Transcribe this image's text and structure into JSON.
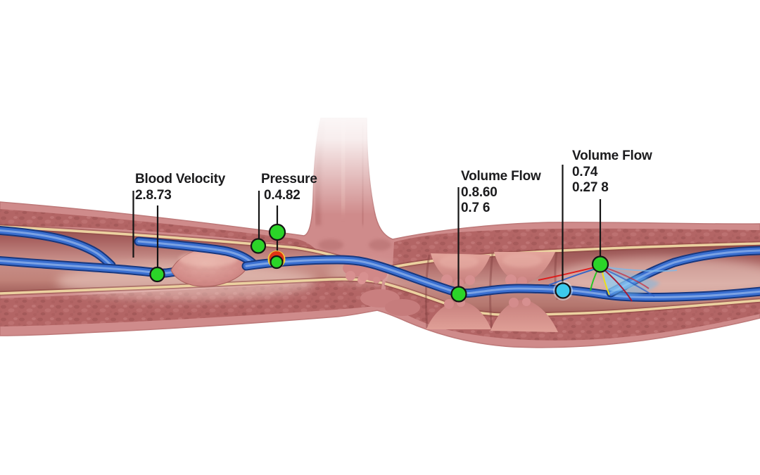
{
  "figure": {
    "background": "#ffffff",
    "annotations": [
      {
        "id": "blood-velocity",
        "title": "Blood Velocity",
        "values": [
          "2.8.73"
        ]
      },
      {
        "id": "pressure",
        "title": "Pressure",
        "values": [
          "0.4.82"
        ]
      },
      {
        "id": "volume-flow-left",
        "title": "Volume Flow",
        "values": [
          "0.8.60",
          "0.7 6"
        ]
      },
      {
        "id": "volume-flow-right",
        "title": "Volume Flow",
        "values": [
          "0.74",
          "0.27 8"
        ]
      }
    ],
    "markers": {
      "green": "#2bd428",
      "cyan": "#3cc9ec",
      "outline": "#141414",
      "ring_red": "#e03414",
      "ring_yellow": "#f2ce38"
    },
    "palette": {
      "vessel_wall": "#cf8b8b",
      "wall_texture": "#b26363",
      "membrane": "#ecd2a0",
      "lumen": "#c08078",
      "tube_blue": "#3a6fd0",
      "jet_blue": "#6cb8ec",
      "leader_line": "#141414",
      "text": "#1b1b1d"
    }
  }
}
